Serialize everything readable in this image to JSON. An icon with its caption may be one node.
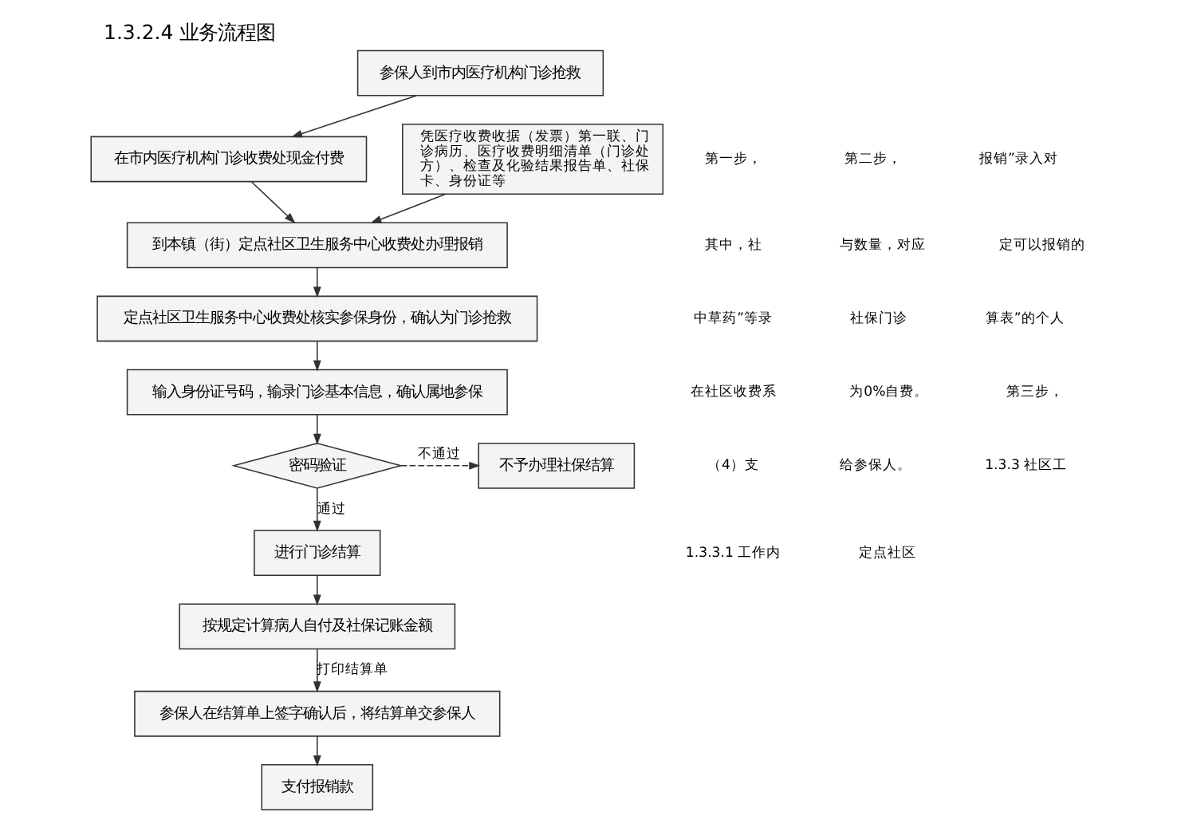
{
  "diagram": {
    "title": "1.3.2.4 业务流程图",
    "nodes": [
      {
        "text": [
          "参保人到市内医疗机构门诊抢救"
        ]
      },
      {
        "text": [
          "在市内医疗机构门诊收费处现金付费"
        ]
      },
      {
        "text": [
          "凭医疗收费收据（发票）第一联、门诊病历、医疗收费明细清单（门诊处方）、检查及化验结果报告单、社保卡、身份证等"
        ]
      },
      {
        "text": [
          "到本镇（街）定点社区卫生服务中心收费处办理报销"
        ]
      },
      {
        "text": [
          "定点社区卫生服务中心收费处核实参保身份，确认为门诊抢救"
        ]
      },
      {
        "text": [
          "输入身份证号码，输录门诊基本信息，确认属地参保"
        ]
      },
      {
        "text": [
          "密码验证"
        ]
      },
      {
        "text": [
          "不予办理社保结算"
        ]
      },
      {
        "text": [
          "进行门诊结算"
        ]
      },
      {
        "text": [
          "按规定计算病人自付及社保记账金额"
        ]
      },
      {
        "text": [
          "参保人在结算单上签字确认后，将结算单交参保人"
        ]
      },
      {
        "text": [
          "支付报销款"
        ]
      }
    ],
    "edges": [
      {
        "from": 0,
        "to": 1,
        "arrow": "to"
      },
      {
        "from": 1,
        "to": 3,
        "arrow": "to"
      },
      {
        "from": 2,
        "to": 3,
        "arrow": "to"
      },
      {
        "from": 3,
        "to": 4,
        "arrow": "to"
      },
      {
        "from": 4,
        "to": 5,
        "arrow": "to"
      },
      {
        "from": 5,
        "to": 6,
        "arrow": "to"
      },
      {
        "from": 6,
        "to": 7,
        "arrow": "to",
        "label": "不通过",
        "style": "dashed"
      },
      {
        "from": 6,
        "to": 8,
        "arrow": "to",
        "label": "通过"
      },
      {
        "from": 8,
        "to": 9,
        "arrow": "to"
      },
      {
        "from": 9,
        "to": 10,
        "arrow": "to",
        "label": "打印结算单"
      },
      {
        "from": 10,
        "to": 11,
        "arrow": "to"
      }
    ],
    "labels": [
      "第一步，",
      "第二步，",
      "报销”录入对",
      "其中，社",
      "与数量，对应",
      "定可以报销的",
      "中草药”等录",
      "社保门诊",
      "算表”的个人",
      "在社区收费系",
      "为0%自费。",
      "第三步，",
      "（4）支",
      "给参保人。",
      "1.3.3 社区工",
      "1.3.3.1 工作内",
      "定点社区"
    ]
  }
}
